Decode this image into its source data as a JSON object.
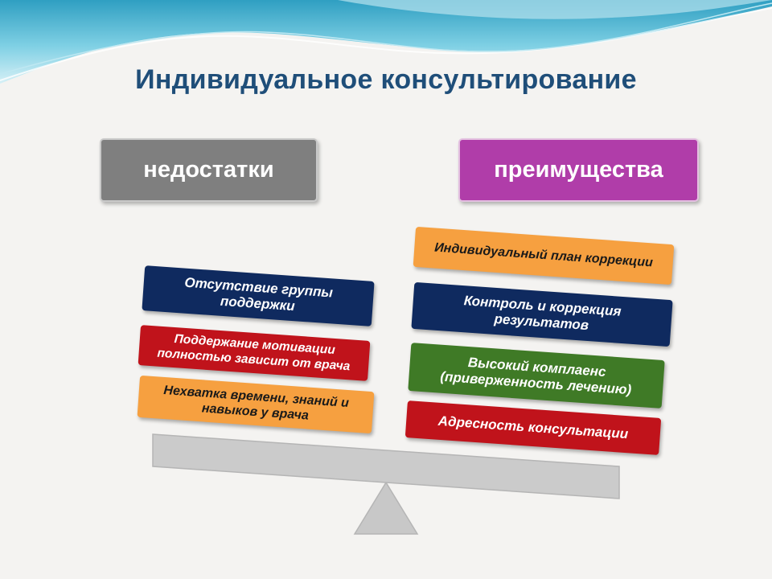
{
  "title": "Индивидуальное консультирование",
  "disadvantages": {
    "header": "недостатки",
    "items": [
      "Отсутствие группы поддержки",
      "Поддержание мотивации полностью зависит от врача",
      "Нехватка времени, знаний и навыков у врача"
    ]
  },
  "advantages": {
    "header": "преимущества",
    "items": [
      "Индивидуальный план коррекции",
      "Контроль и коррекция результатов",
      "Высокий комплаенс (приверженность лечению)",
      "Адресность консультации"
    ]
  },
  "colors": {
    "title": "#1f4e79",
    "disadvantages_header": "#7f7f7f",
    "advantages_header": "#b03da9",
    "navy": "#0f2a5f",
    "red": "#c0131b",
    "orange": "#f6a040",
    "green": "#3f7a26",
    "scale": "#c8c8c8"
  }
}
